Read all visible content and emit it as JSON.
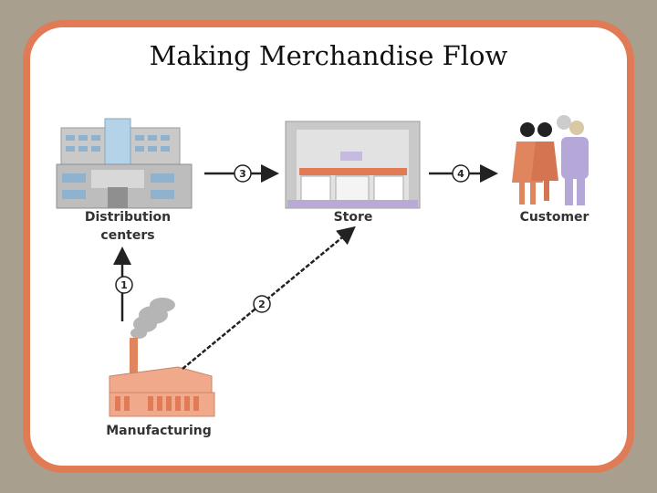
{
  "title": "Making Merchandise Flow",
  "nodes": {
    "distribution": {
      "line1": "Distribution",
      "line2": "centers"
    },
    "store": "Store",
    "customer": "Customer",
    "manufacturing": "Manufacturing"
  },
  "steps": [
    "1",
    "2",
    "3",
    "4"
  ],
  "colors": {
    "frame": "#e07b55",
    "background": "#a89f8f",
    "building": "#c9c9c9",
    "store_accent": "#b8a9d6",
    "factory": "#f0a98a",
    "person_orange": "#e0855d",
    "person_purple": "#b6a7d9"
  }
}
